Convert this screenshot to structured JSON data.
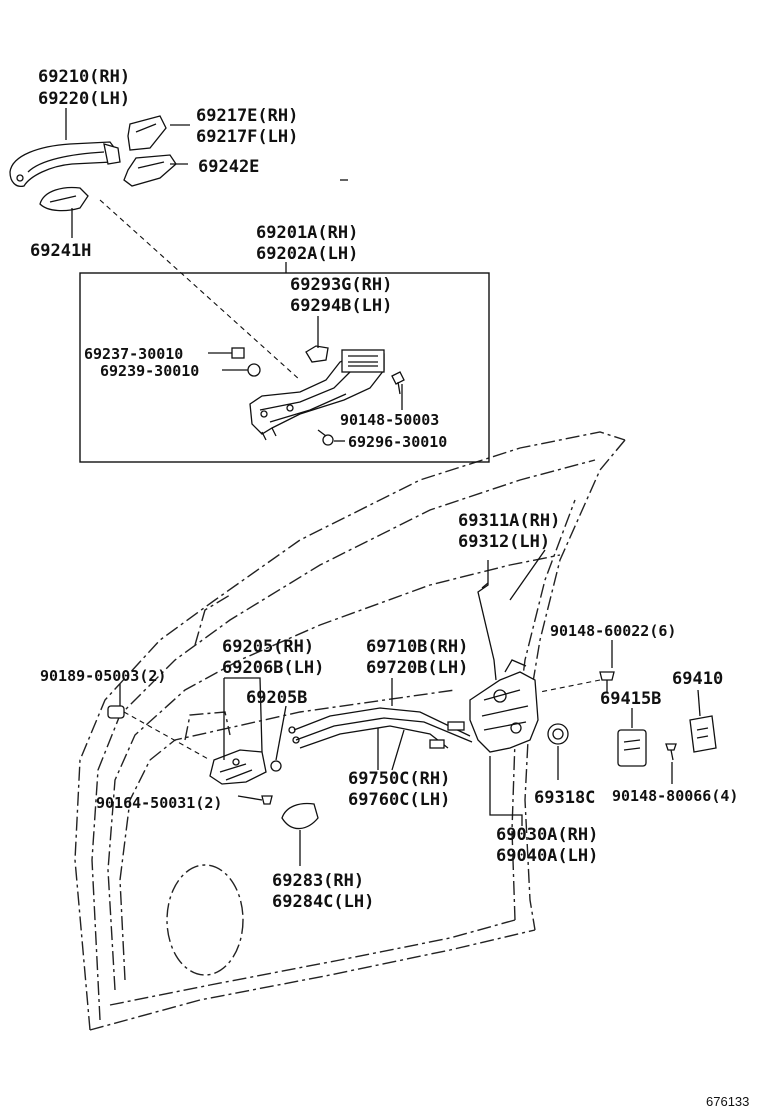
{
  "labels": {
    "l_69210": "69210(RH)",
    "l_69220": "69220(LH)",
    "l_69217e": "69217E(RH)",
    "l_69217f": "69217F(LH)",
    "l_69242e": "69242E",
    "l_69241h": "69241H",
    "l_69201a": "69201A(RH)",
    "l_69202a": "69202A(LH)",
    "l_69293g": "69293G(RH)",
    "l_69294b": "69294B(LH)",
    "l_69237": "69237-30010",
    "l_69239": "69239-30010",
    "l_90148_50003": "90148-50003",
    "l_69296": "69296-30010",
    "l_69311a": "69311A(RH)",
    "l_69312": "69312(LH)",
    "l_90148_60022": "90148-60022(6)",
    "l_69410": "69410",
    "l_69415b": "69415B",
    "l_69205": "69205(RH)",
    "l_69206b": "69206B(LH)",
    "l_69710b": "69710B(RH)",
    "l_69720b": "69720B(LH)",
    "l_90189": "90189-05003(2)",
    "l_69205b": "69205B",
    "l_90164": "90164-50031(2)",
    "l_69750c": "69750C(RH)",
    "l_69760c": "69760C(LH)",
    "l_69318c": "69318C",
    "l_90148_80066": "90148-80066(4)",
    "l_69030a": "69030A(RH)",
    "l_69040a": "69040A(LH)",
    "l_69283": "69283(RH)",
    "l_69284c": "69284C(LH)"
  },
  "doc_id": "676133"
}
